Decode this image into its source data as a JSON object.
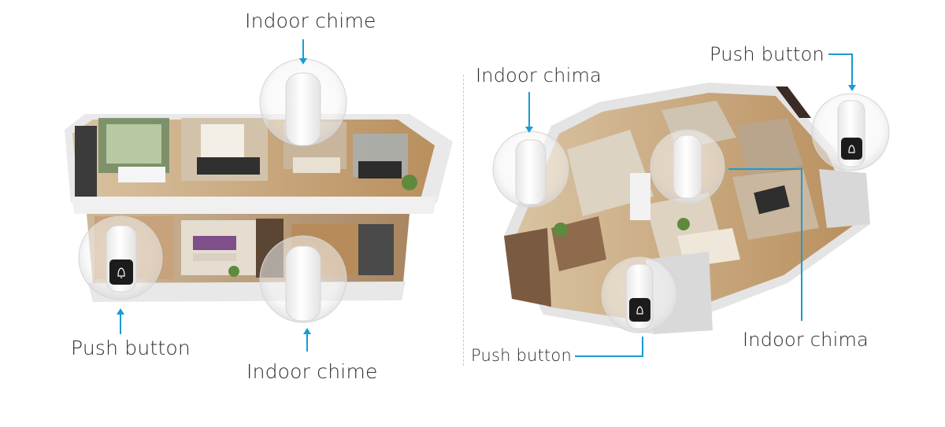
{
  "left_panel": {
    "labels": {
      "top_chime": "Indoor chime",
      "push_button": "Push button",
      "bottom_chime": "Indoor chime"
    }
  },
  "right_panel": {
    "labels": {
      "left_chime": "Indoor chima",
      "push_button_top": "Push button",
      "push_button_bottom": "Push button",
      "center_chime": "Indoor chima"
    }
  },
  "colors": {
    "accent": "#1a9ad6",
    "label_text": "#2b2b2b",
    "device_body": "#f7f7f7",
    "button_panel": "#1c1c1c"
  },
  "icons": {
    "doorbell_button": "bell-icon"
  }
}
